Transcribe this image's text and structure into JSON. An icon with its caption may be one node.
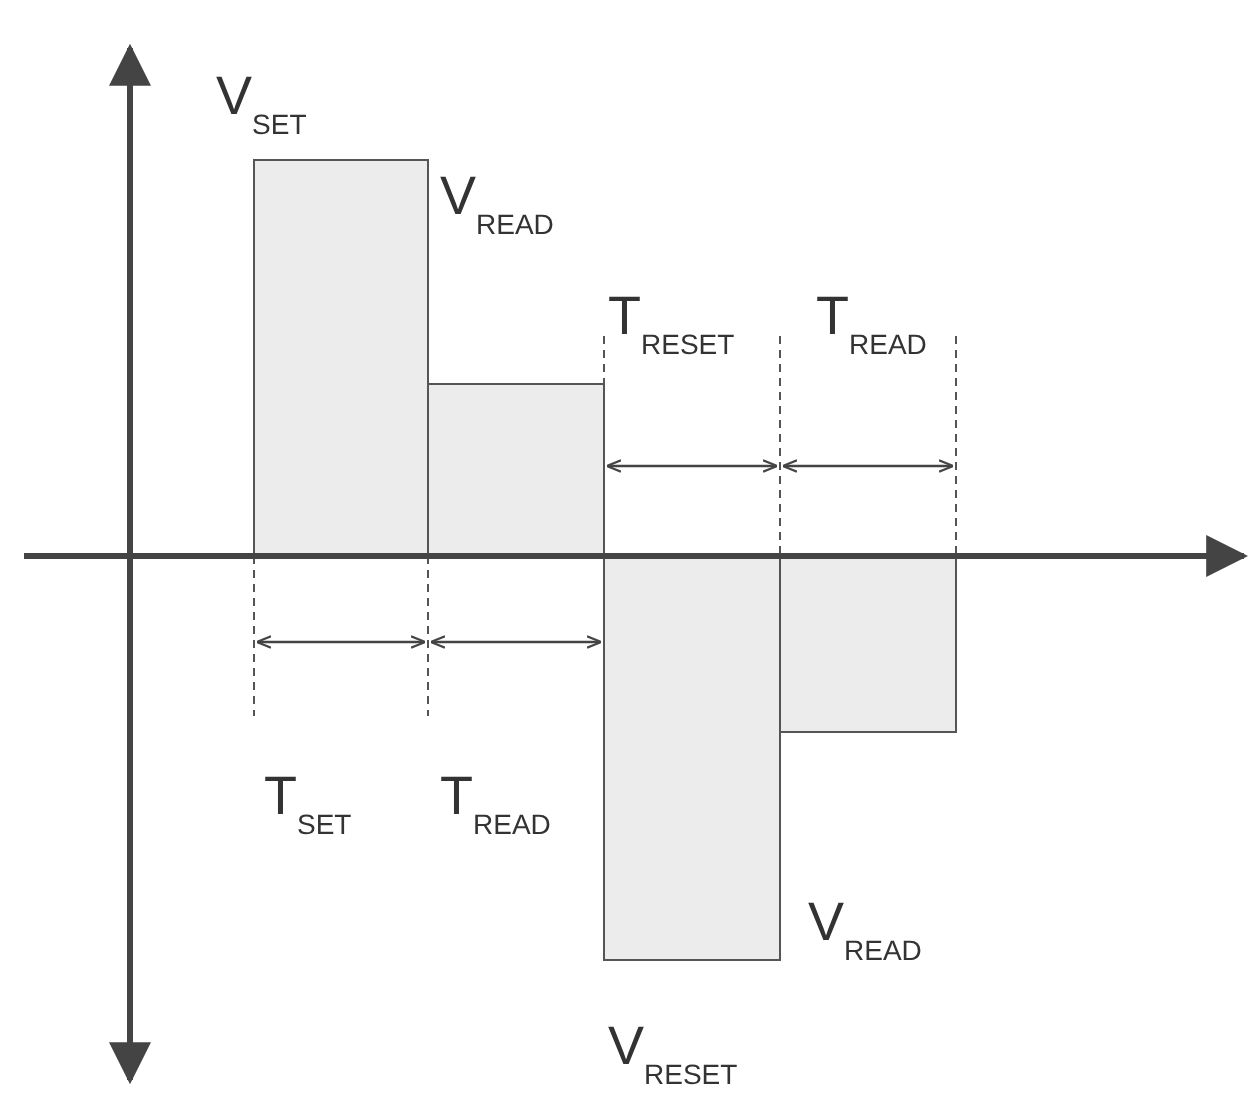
{
  "diagram": {
    "labels": [
      "V$_{SET}$",
      "V$_{READ}$",
      "T$_{RESET}$",
      "T$_{READ}$",
      "T$_{SET}$",
      "T$_{READ}$",
      "V$_{READ}$",
      "V$_{RESET}$"
    ]
  }
}
